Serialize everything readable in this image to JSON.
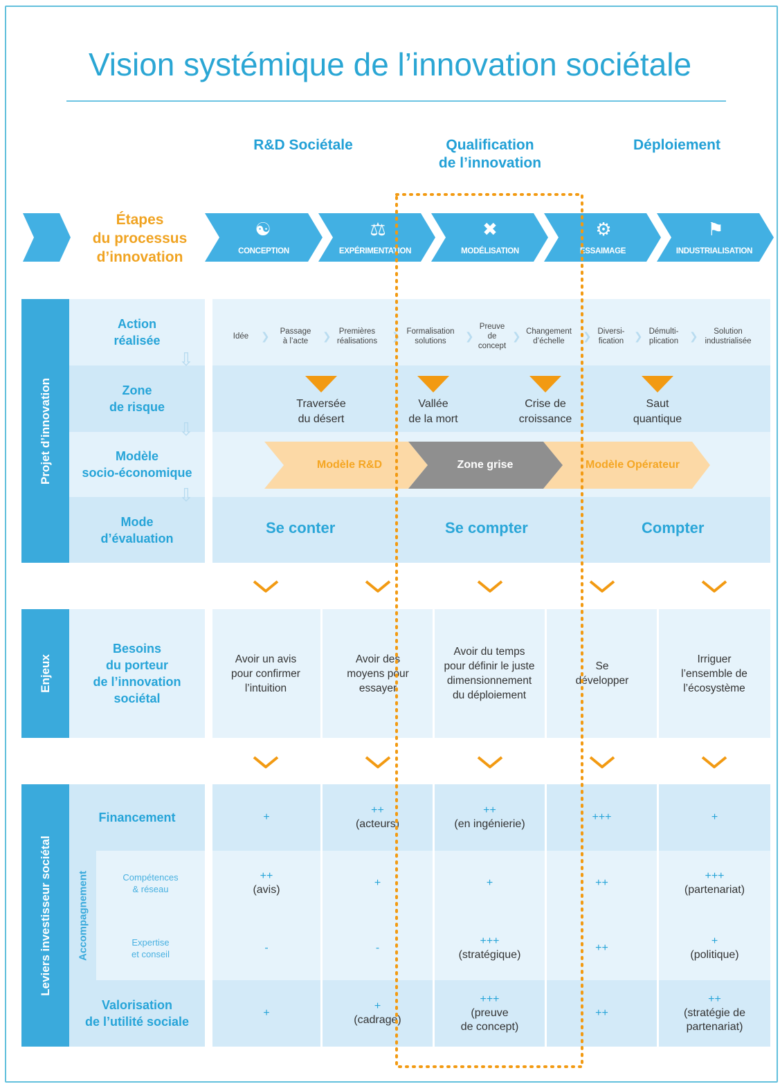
{
  "title": "Vision systémique de l’innovation sociétale",
  "phases": [
    {
      "label": "R&D Sociétale"
    },
    {
      "label": "Qualification\nde l’innovation"
    },
    {
      "label": "Déploiement"
    }
  ],
  "etapes_label": "Étapes\ndu processus\nd’innovation",
  "stages": [
    {
      "label": "CONCEPTION",
      "icon": "head-bulb-icon"
    },
    {
      "label": "EXPÉRIMENTATION",
      "icon": "flask-icon"
    },
    {
      "label": "MODÉLISATION",
      "icon": "tools-icon"
    },
    {
      "label": "ESSAIMAGE",
      "icon": "gears-icon"
    },
    {
      "label": "INDUSTRIALISATION",
      "icon": "factory-icon"
    }
  ],
  "side_labels": {
    "projet": "Projet d’innovation",
    "enjeux": "Enjeux",
    "leviers": "Leviers investisseur sociétal",
    "accompagnement": "Accompagnement"
  },
  "row_labels": {
    "action": "Action\nréalisée",
    "risque": "Zone\nde risque",
    "modele": "Modèle\nsocio-économique",
    "mode": "Mode\nd’évaluation",
    "besoins": "Besoins\ndu porteur\nde l’innovation\nsociétal",
    "financement": "Financement",
    "competences": "Compétences\n& réseau",
    "expertise": "Expertise\net conseil",
    "valorisation": "Valorisation\nde l’utilité sociale"
  },
  "actions": [
    "Idée",
    "Passage\nà l’acte",
    "Premières\nréalisations",
    "Formalisation\nsolutions",
    "Preuve\nde\nconcept",
    "Changement\nd’échelle",
    "Diversi-\nfication",
    "Démulti-\nplication",
    "Solution\nindustrialisée"
  ],
  "risks": [
    "Traversée\ndu désert",
    "Vallée\nde la mort",
    "Crise de\ncroissance",
    "Saut\nquantique"
  ],
  "models": [
    {
      "label": "Modèle R&D",
      "color": "#fcd9a6",
      "text_color": "#f5a623"
    },
    {
      "label": "Zone grise",
      "color": "#8f8f8f",
      "text_color": "#ffffff"
    },
    {
      "label": "Modèle Opérateur",
      "color": "#fcd9a6",
      "text_color": "#f5a623"
    }
  ],
  "evaluation": [
    "Se conter",
    "Se compter",
    "Compter"
  ],
  "needs": [
    "Avoir un avis\npour confirmer\nl’intuition",
    "Avoir des\nmoyens pour\nessayer",
    "Avoir du temps\npour définir le juste\ndimensionnement\ndu déploiement",
    "Se\ndévelopper",
    "Irriguer\nl’ensemble de\nl’écosystème"
  ],
  "levers": {
    "financement": [
      {
        "mark": "+",
        "note": ""
      },
      {
        "mark": "++",
        "note": "(acteurs)"
      },
      {
        "mark": "++",
        "note": "(en ingénierie)"
      },
      {
        "mark": "+++",
        "note": ""
      },
      {
        "mark": "+",
        "note": ""
      }
    ],
    "competences": [
      {
        "mark": "++",
        "note": "(avis)"
      },
      {
        "mark": "+",
        "note": ""
      },
      {
        "mark": "+",
        "note": ""
      },
      {
        "mark": "++",
        "note": ""
      },
      {
        "mark": "+++",
        "note": "(partenariat)"
      }
    ],
    "expertise": [
      {
        "mark": "-",
        "note": ""
      },
      {
        "mark": "-",
        "note": ""
      },
      {
        "mark": "+++",
        "note": "(stratégique)"
      },
      {
        "mark": "++",
        "note": ""
      },
      {
        "mark": "+",
        "note": "(politique)"
      }
    ],
    "valorisation": [
      {
        "mark": "+",
        "note": ""
      },
      {
        "mark": "+",
        "note": "(cadrage)"
      },
      {
        "mark": "+++",
        "note": "(preuve\nde concept)"
      },
      {
        "mark": "++",
        "note": ""
      },
      {
        "mark": "++",
        "note": "(stratégie de\npartenariat)"
      }
    ]
  },
  "colors": {
    "accent_blue": "#2aa6d4",
    "orange": "#f29a12",
    "side_blue": "#3aaadc"
  }
}
